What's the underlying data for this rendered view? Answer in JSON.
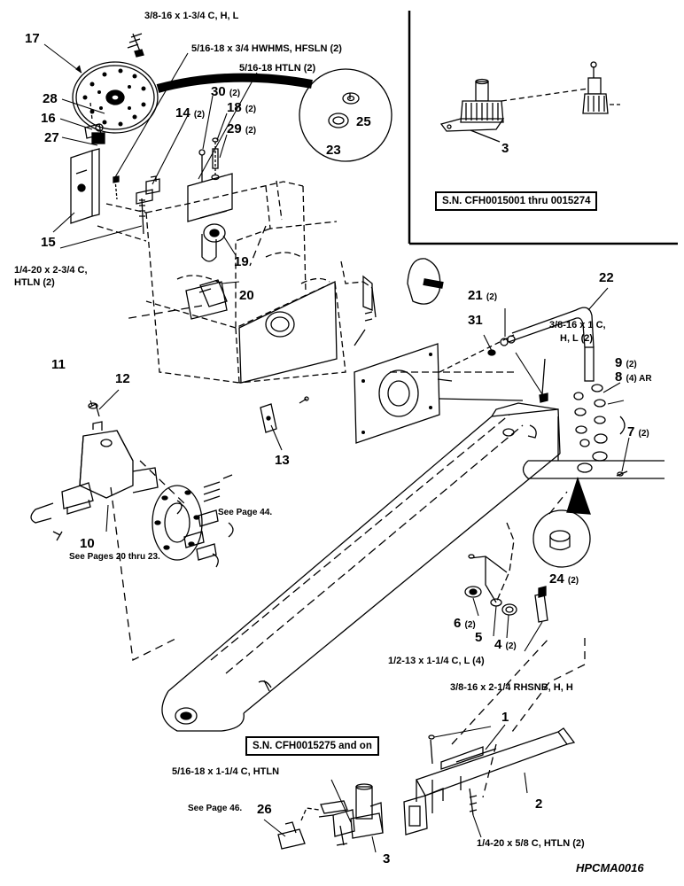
{
  "parts": {
    "p17": "17",
    "p28": "28",
    "p16": "16",
    "p27": "27",
    "p15": "15",
    "p14": "14",
    "p14q": "(2)",
    "p30": "30",
    "p30q": "(2)",
    "p18": "18",
    "p18q": "(2)",
    "p29": "29",
    "p29q": "(2)",
    "p25": "25",
    "p23": "23",
    "p19": "19",
    "p20": "20",
    "p3a": "3",
    "p22": "22",
    "p21": "21",
    "p21q": "(2)",
    "p31": "31",
    "p9": "9",
    "p9q": "(2)",
    "p8": "8",
    "p8q": "(4) AR",
    "p7": "7",
    "p7q": "(2)",
    "p11": "11",
    "p12": "12",
    "p13": "13",
    "p10": "10",
    "p24": "24",
    "p24q": "(2)",
    "p6": "6",
    "p6q": "(2)",
    "p5": "5",
    "p4": "4",
    "p4q": "(2)",
    "p1": "1",
    "p2": "2",
    "p26": "26",
    "p3b": "3"
  },
  "specs": {
    "s1": "3/8-16 x 1-3/4 C, H, L",
    "s2": "5/16-18 x 3/4 HWHMS, HFSLN (2)",
    "s3": "5/16-18 HTLN (2)",
    "s4a": "1/4-20 x 2-3/4 C,",
    "s4b": "HTLN (2)",
    "s5a": "3/8-16 x 1 C,",
    "s5b": "H, L (2)",
    "s6": "1/2-13 x 1-1/4 C, L (4)",
    "s7": "3/8-16 x 2-1/4 RHSNB, H, H",
    "s8": "5/16-18 x 1-1/4 C, HTLN",
    "s9": "1/4-20 x 5/8 C, HTLN (2)"
  },
  "notes": {
    "see44": "See Page 44.",
    "see20": "See Pages 20 thru 23.",
    "see46": "See Page 46."
  },
  "boxes": {
    "sn_old": "S.N. CFH0015001 thru 0015274",
    "sn_new": "S.N. CFH0015275 and on"
  },
  "figure_code": "HPCMA0016"
}
